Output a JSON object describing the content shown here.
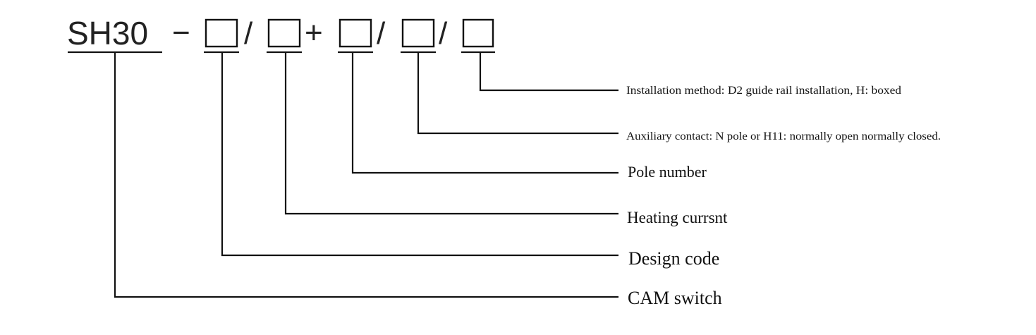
{
  "model": {
    "prefix": "SH30",
    "separators": [
      "−",
      "/",
      "+",
      "/",
      "/"
    ]
  },
  "labels": [
    "Installation method: D2 guide rail installation, H: boxed",
    "Auxiliary contact: N pole or H11: normally open normally closed.",
    "Pole number",
    "Heating currsnt",
    "Design code",
    "CAM switch"
  ]
}
